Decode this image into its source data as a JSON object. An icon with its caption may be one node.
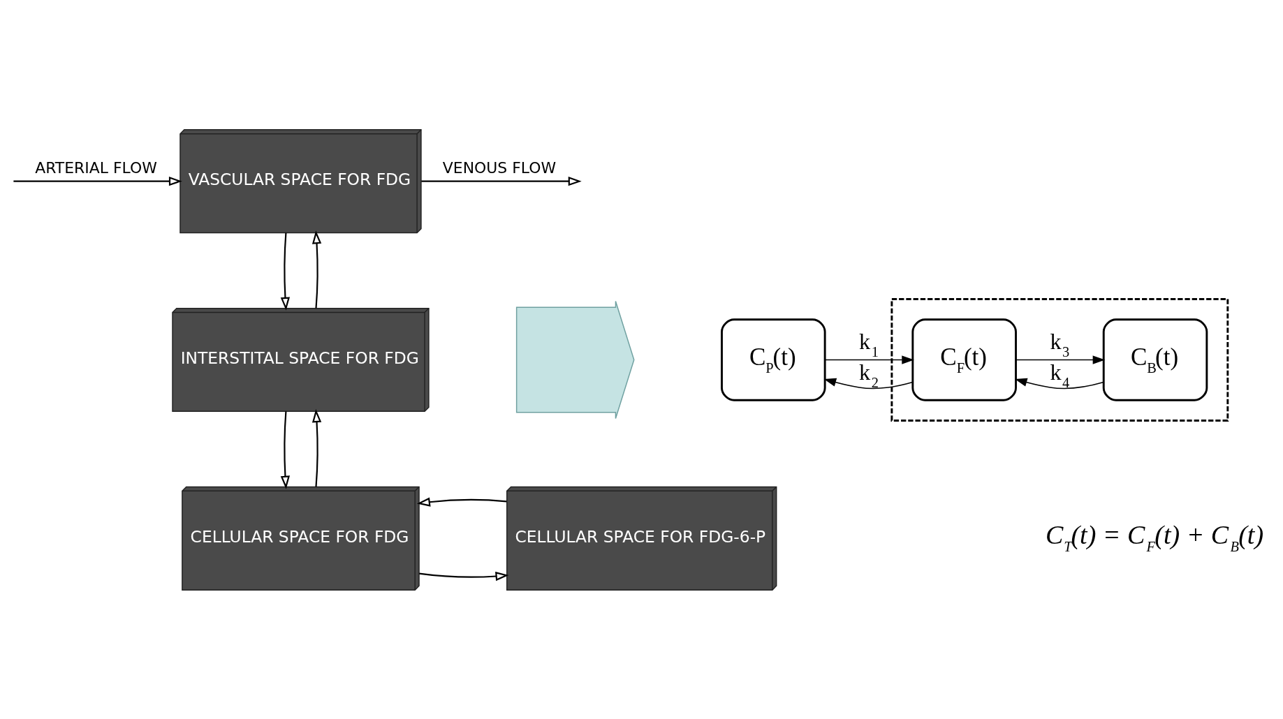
{
  "diagram": {
    "nodes": [
      {
        "text": [
          "VASCULAR SPACE FOR FDG"
        ]
      },
      {
        "text": [
          "INTERSTITAL SPACE FOR FDG"
        ]
      },
      {
        "text": [
          "CELLULAR SPACE FOR FDG"
        ]
      },
      {
        "text": [
          "CELLULAR SPACE FOR FDG-6-P"
        ]
      },
      {
        "text": [],
        "shape": "arrow"
      },
      {
        "text": [
          "C$_{P}$(t)"
        ]
      },
      {
        "text": [],
        "shape": "box"
      },
      {
        "text": [
          "C$_{F}$(t)"
        ],
        "in": 6
      },
      {
        "text": [
          "C$_{B}$(t)"
        ],
        "in": 6
      }
    ],
    "edges": [
      {
        "from": null,
        "to": 0,
        "arrow": "to",
        "label": "ARTERIAL FLOW"
      },
      {
        "from": 0,
        "to": null,
        "arrow": "to",
        "label": "VENOUS FLOW"
      },
      {
        "from": 1,
        "to": 0,
        "arrow": "to"
      },
      {
        "from": 0,
        "to": 1,
        "arrow": "to"
      },
      {
        "from": 2,
        "to": 1,
        "arrow": "to"
      },
      {
        "from": 1,
        "to": 2,
        "arrow": "to"
      },
      {
        "from": 2,
        "to": 3,
        "arrow": "to"
      },
      {
        "from": 3,
        "to": 2,
        "arrow": "to"
      },
      {
        "from": 5,
        "to": 7,
        "arrow": "to",
        "label": "k$_{1}$"
      },
      {
        "from": 7,
        "to": 5,
        "arrow": "to",
        "label": "k$_{2}$"
      },
      {
        "from": 7,
        "to": 8,
        "arrow": "to",
        "label": "k$_{3}$"
      },
      {
        "from": 8,
        "to": 7,
        "arrow": "to",
        "label": "k$_{4}$"
      }
    ],
    "labels": [
      "C$_{T}$(t) = C$_{F}$(t) + C$_{B}$(t)"
    ]
  }
}
